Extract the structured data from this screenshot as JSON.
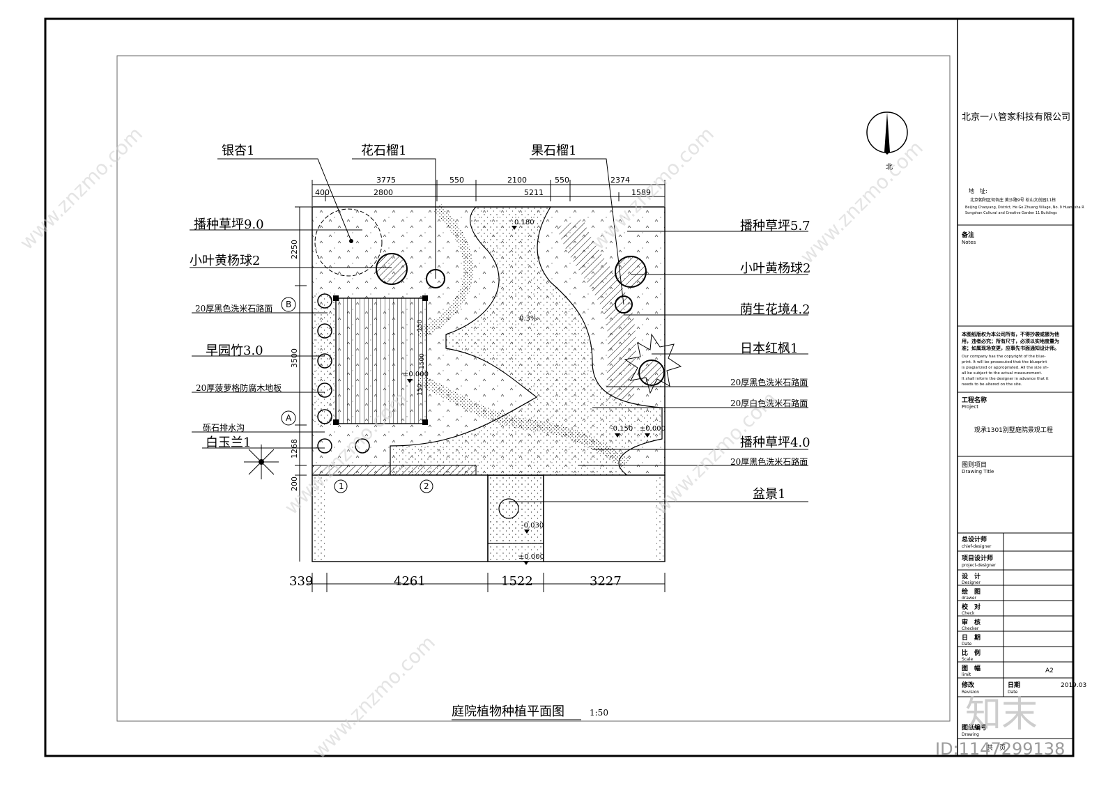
{
  "drawing": {
    "title": "庭院植物种植平面图",
    "scale": "1:50"
  },
  "labels_left": [
    {
      "id": "ginkgo",
      "text": "银杏1"
    },
    {
      "id": "lawn9",
      "text": "播种草坪9.0"
    },
    {
      "id": "boxwood2l",
      "text": "小叶黄杨球2"
    },
    {
      "id": "path_black_l",
      "text": "20厚黑色洗米石路面"
    },
    {
      "id": "bamboo",
      "text": "早园竹3.0"
    },
    {
      "id": "deck",
      "text": "20厚菠萝格防腐木地板"
    },
    {
      "id": "drain",
      "text": "砾石排水沟"
    },
    {
      "id": "magnolia",
      "text": "白玉兰1"
    }
  ],
  "labels_top": [
    {
      "id": "flower_pom",
      "text": "花石榴1"
    },
    {
      "id": "fruit_pom",
      "text": "果石榴1"
    }
  ],
  "labels_right": [
    {
      "id": "lawn57",
      "text": "播种草坪5.7"
    },
    {
      "id": "boxwood2r",
      "text": "小叶黄杨球2"
    },
    {
      "id": "shade_border",
      "text": "荫生花境4.2"
    },
    {
      "id": "maple",
      "text": "日本红枫1"
    },
    {
      "id": "path_black_r1",
      "text": "20厚黑色洗米石路面"
    },
    {
      "id": "path_white",
      "text": "20厚白色洗米石路面"
    },
    {
      "id": "lawn4",
      "text": "播种草坪4.0"
    },
    {
      "id": "path_black_r2",
      "text": "20厚黑色洗米石路面"
    },
    {
      "id": "bonsai",
      "text": "盆景1"
    }
  ],
  "dims_top_row1": [
    "3775",
    "550",
    "2100",
    "550",
    "2374"
  ],
  "dims_top_row2": [
    "400",
    "2800",
    "5211",
    "1589"
  ],
  "dims_left": [
    "2250",
    "3500",
    "1268",
    "200"
  ],
  "dims_bottom": [
    "339",
    "4261",
    "1522",
    "3227"
  ],
  "deck_dims": [
    "150",
    "1500",
    "150"
  ],
  "elevations": [
    "0.180",
    "0.3%",
    "±0.000",
    "-0.150",
    "±0.000",
    "-0.030",
    "±0.000"
  ],
  "axis_marks": [
    "B",
    "A",
    "1",
    "2"
  ],
  "north": {
    "label": "北"
  },
  "title_block": {
    "company": "北京一八管家科技有限公司",
    "address_label": "地　址:",
    "address_cn": "北京朝阳区何各庄 黄沙路9号 松山文创园11栋",
    "address_en1": "Beijing Chaoyang, District, He Ge Zhuang Village, No. 9 Huangsha R",
    "address_en2": "Songshan  Cultural and Creative Garden 11 Buildings",
    "notes_cn": "备注",
    "notes_en": "Notes",
    "copyright_cn1": "本图纸版权为本公司所有，不得抄袭或挪为他",
    "copyright_cn2": "用，违者必究；所有尺寸，必须以实地度量为",
    "copyright_cn3": "准；如属现场变更，应事先书面通知设计师。",
    "copyright_en1": "Our company has the copyright of the blue-",
    "copyright_en2": "print. It will be prosecuted that the blueprint",
    "copyright_en3": "is plagiarized or appropriated. All the size sh-",
    "copyright_en4": "all be subject to the actual measurement.",
    "copyright_en5": "It shall inform the designer in advance that it",
    "copyright_en6": "needs to be altered on the site.",
    "project_cn": "工程名称",
    "project_en": "Project",
    "project_name": "观承1301别墅庭院景观工程",
    "drawing_title_cn": "图则项目",
    "drawing_title_en": "Drawing Title",
    "rows": [
      {
        "cn": "总设计师",
        "en": "chief-designer",
        "value": ""
      },
      {
        "cn": "项目设计师",
        "en": "project-designer",
        "value": ""
      },
      {
        "cn": "设　计",
        "en": "Designer",
        "value": ""
      },
      {
        "cn": "绘　图",
        "en": "drawer",
        "value": ""
      },
      {
        "cn": "校　对",
        "en": "Check",
        "value": ""
      },
      {
        "cn": "审　核",
        "en": "Checker",
        "value": ""
      },
      {
        "cn": "日　期",
        "en": "Date",
        "value": ""
      },
      {
        "cn": "比　例",
        "en": "Scale",
        "value": ""
      },
      {
        "cn": "图　幅",
        "en": "limit",
        "value": "A2"
      }
    ],
    "revision_cn": "修改",
    "revision_en": "Revision",
    "date_cn": "日期",
    "date_en": "Date",
    "date_value": "2019.03",
    "sheet_cn": "图纸编号",
    "sheet_en": "Drawing",
    "total": "共　页"
  },
  "watermark": {
    "text": "www.znzmo.com",
    "brand": "知末",
    "id": "ID:1147299138"
  }
}
